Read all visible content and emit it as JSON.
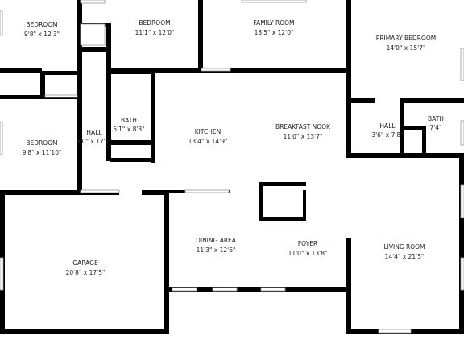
{
  "rooms": {
    "bedroom_nw": {
      "name": "BEDROOM",
      "size": "9'8\" x 12'3\""
    },
    "bedroom_n": {
      "name": "BEDROOM",
      "size": "11'1\" x 12'0\""
    },
    "family_room": {
      "name": "FAMILY ROOM",
      "size": "18'5\" x 12'0\""
    },
    "primary_bedroom": {
      "name": "PRIMARY BEDROOM",
      "size": "14'0\" x 15'7\""
    },
    "bath_hall": {
      "name": "BATH",
      "size": "5'1\" x 8'8\""
    },
    "hall_w": {
      "name": "HALL",
      "size": "4'0\" x 17'1\""
    },
    "kitchen": {
      "name": "KITCHEN",
      "size": "13'4\" x 14'9\""
    },
    "breakfast_nook": {
      "name": "BREAKFAST NOOK",
      "size": "11'0\" x 13'7\""
    },
    "hall_e": {
      "name": "HALL",
      "size": "3'6\" x 7'8\""
    },
    "bath_primary": {
      "name": "BATH",
      "size": "7'4\""
    },
    "bedroom_w": {
      "name": "BEDROOM",
      "size": "9'8\" x 11'10\""
    },
    "garage": {
      "name": "GARAGE",
      "size": "20'8\" x 17'5\""
    },
    "dining_area": {
      "name": "DINING AREA",
      "size": "11'3\" x 12'6\""
    },
    "foyer": {
      "name": "FOYER",
      "size": "11'0\" x 13'8\""
    },
    "living_room": {
      "name": "LIVING ROOM",
      "size": "14'4\" x 21'5\""
    }
  }
}
